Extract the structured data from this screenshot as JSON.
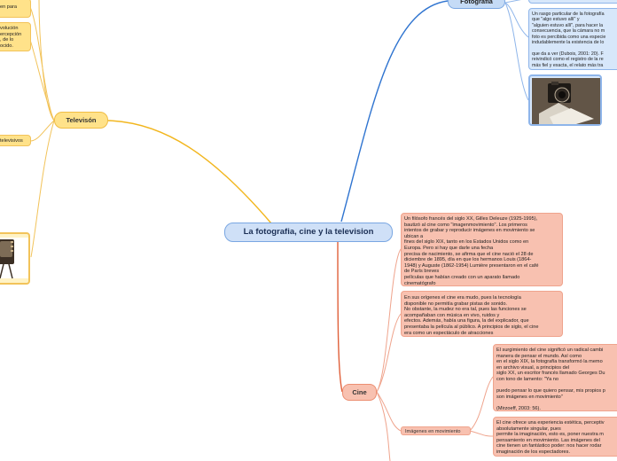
{
  "central": "La fotografia, cine y la television",
  "television": {
    "title": "Televisón",
    "notes": [
      "en para",
      "volución\nercepción\n, de lo\nocido.",
      "televisivos"
    ],
    "image_icon": "vintage-television-set"
  },
  "fotografia": {
    "title": "Fotografía",
    "text": "Un rasgo particular de la fotografía\nque \"algo estuvo allí\" y\n\"alguien estuvo allí\", para hacer la\nconsecuencia, que la cámara no m\nfoto es percibida como una especie\nindudablemente la existencia de lo\n\nque da a ver (Dubois, 2001: 20). F\nreivindicó como el registro de la re\nmás fiel y exacta, el relato más tra",
    "image_icon": "vintage-camera-with-photos"
  },
  "cine": {
    "title": "Cine",
    "note1": "Un filósofo francés del siglo XX, Gilles Deleuze (1925-1995),\nbautizó al cine como \"imagenmovimiento\". Los primeros\nintentos de grabar y reproducir imágenes en movimiento se\nubican a\nfines del siglo XIX, tanto en los Estados Unidos como en\nEuropa. Pero si hay que darle una fecha\nprecisa de nacimiento, se afirma que el cine nació el 28 de\ndiciembre de 1895, día en que los hermanos Louis (1864-\n1948) y Auguste (1862-1954) Lumière presentaron en el café\nde París breves\npelículas que habían creado con un aparato llamado\ncinematógrafo",
    "note2": "En sus orígenes el cine era mudo, pues la tecnología\ndisponible no permitía grabar pistas de sonido.\nNo obstante, la mudez no era tal, pues las funciones se\nacompañaban con música en vivo, ruidos y\nefectos. Además, había una figura, la del explicador, que\npresentaba la película al público. A principios de siglo, el cine\nera como un espectáculo de atracciones",
    "sub_label": "Imágenes en movimiento",
    "sub_note1": "El surgimiento del cine significó un radical cambi\nmanera de pensar el mundo. Así como\nen el siglo XIX, la fotografía transformó la memo\nen archivo visual, a principios del\nsiglo XX, un escritor francés llamado Georges Du\ncon tono de lamento: \"Ya no\n\npuedo pensar lo que quiero pensar, mis propios p\nson imágenes en movimiento\"\n\n(Mirzoeff, 2003: 56).",
    "sub_note2": "El cine ofrece una experiencia estética, perceptiv\nabsolutamente singular, pues\npermite la imaginación, esto es, poner nuestra m\npensamiento en movimiento. Las imágenes del\ncine tienen un fantástico poder: nos hacer rodar\nimaginación de los espectadores."
  },
  "colors": {
    "yellow": "#ffe28a",
    "blue": "#cfe0f7",
    "pink": "#f8c1b0",
    "line_yellow": "#f2b61e",
    "line_blue": "#2f74d0",
    "line_red": "#e0603a"
  }
}
